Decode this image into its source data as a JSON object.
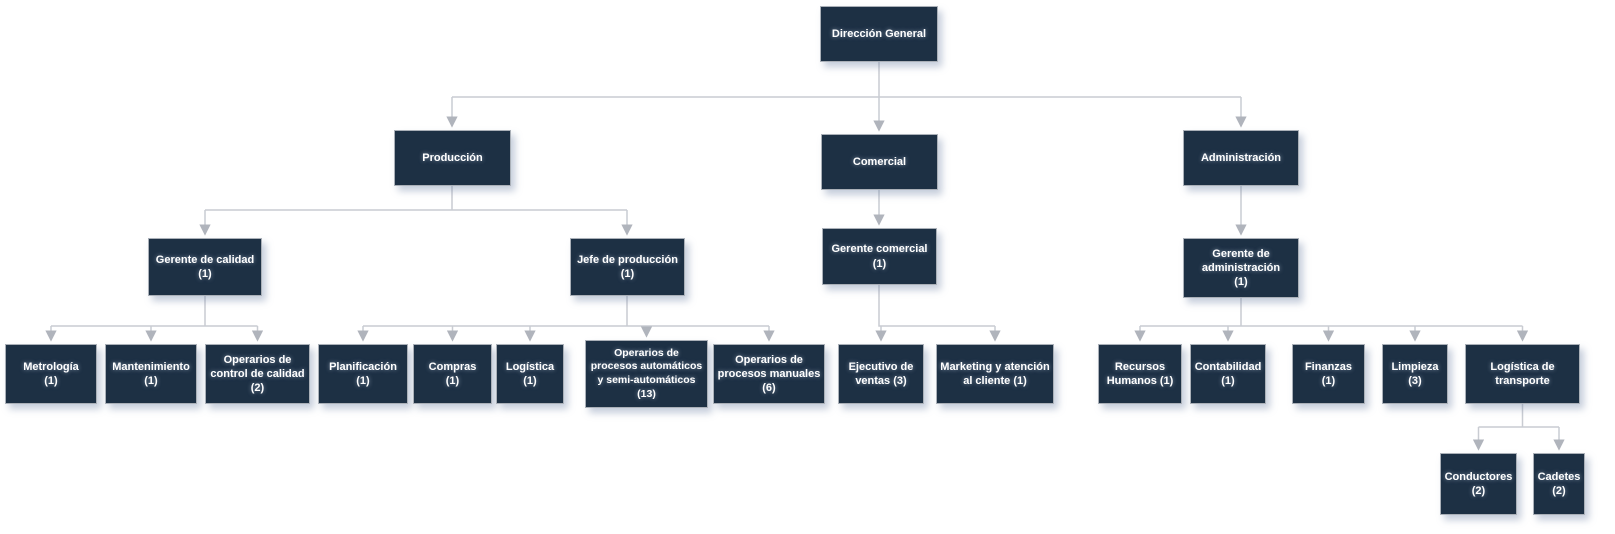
{
  "org": {
    "colors": {
      "box_fill": "#1d3044",
      "box_border": "#aab0b8",
      "box_text": "#ffffff",
      "connector_line": "#c9ccd2",
      "arrowhead": "#b0b4bc",
      "background": "#ffffff"
    },
    "nodes": {
      "direccion_general": {
        "label": "Dirección General"
      },
      "produccion": {
        "label": "Producción"
      },
      "comercial": {
        "label": "Comercial"
      },
      "administracion": {
        "label": "Administración"
      },
      "gerente_calidad": {
        "label": "Gerente de calidad\n(1)"
      },
      "jefe_produccion": {
        "label": "Jefe de producción\n(1)"
      },
      "gerente_comercial": {
        "label": "Gerente comercial\n(1)"
      },
      "gerente_administracion": {
        "label": "Gerente de\nadministración\n(1)"
      },
      "metrologia": {
        "label": "Metrología\n(1)"
      },
      "mantenimiento": {
        "label": "Mantenimiento\n(1)"
      },
      "operarios_control_calidad": {
        "label": "Operarios de\ncontrol de calidad\n(2)"
      },
      "planificacion": {
        "label": "Planificación\n(1)"
      },
      "compras": {
        "label": "Compras\n(1)"
      },
      "logistica": {
        "label": "Logística\n(1)"
      },
      "operarios_automaticos": {
        "label": "Operarios de\nprocesos automáticos\ny semi-automáticos\n(13)"
      },
      "operarios_manuales": {
        "label": "Operarios de\nprocesos manuales\n(6)"
      },
      "ejecutivo_ventas": {
        "label": "Ejecutivo de\nventas (3)"
      },
      "marketing_atencion": {
        "label": "Marketing y atención\nal cliente (1)"
      },
      "recursos_humanos": {
        "label": "Recursos\nHumanos (1)"
      },
      "contabilidad": {
        "label": "Contabilidad\n(1)"
      },
      "finanzas": {
        "label": "Finanzas\n(1)"
      },
      "limpieza": {
        "label": "Limpieza\n(3)"
      },
      "logistica_transporte": {
        "label": "Logística de\ntransporte"
      },
      "conductores": {
        "label": "Conductores\n(2)"
      },
      "cadetes": {
        "label": "Cadetes\n(2)"
      }
    },
    "hierarchy": {
      "label": "Dirección General",
      "children": [
        {
          "label": "Producción",
          "children": [
            {
              "label": "Gerente de calidad (1)",
              "children": [
                {
                  "label": "Metrología (1)"
                },
                {
                  "label": "Mantenimiento (1)"
                },
                {
                  "label": "Operarios de control de calidad (2)"
                }
              ]
            },
            {
              "label": "Jefe de producción (1)",
              "children": [
                {
                  "label": "Planificación (1)"
                },
                {
                  "label": "Compras (1)"
                },
                {
                  "label": "Logística (1)"
                },
                {
                  "label": "Operarios de procesos automáticos y semi-automáticos (13)"
                },
                {
                  "label": "Operarios de procesos manuales (6)"
                }
              ]
            }
          ]
        },
        {
          "label": "Comercial",
          "children": [
            {
              "label": "Gerente comercial (1)",
              "children": [
                {
                  "label": "Ejecutivo de ventas (3)"
                },
                {
                  "label": "Marketing y atención al cliente (1)"
                }
              ]
            }
          ]
        },
        {
          "label": "Administración",
          "children": [
            {
              "label": "Gerente de administración (1)",
              "children": [
                {
                  "label": "Recursos Humanos (1)"
                },
                {
                  "label": "Contabilidad (1)"
                },
                {
                  "label": "Finanzas (1)"
                },
                {
                  "label": "Limpieza (3)"
                },
                {
                  "label": "Logística de transporte",
                  "children": [
                    {
                      "label": "Conductores (2)"
                    },
                    {
                      "label": "Cadetes (2)"
                    }
                  ]
                }
              ]
            }
          ]
        }
      ]
    }
  }
}
